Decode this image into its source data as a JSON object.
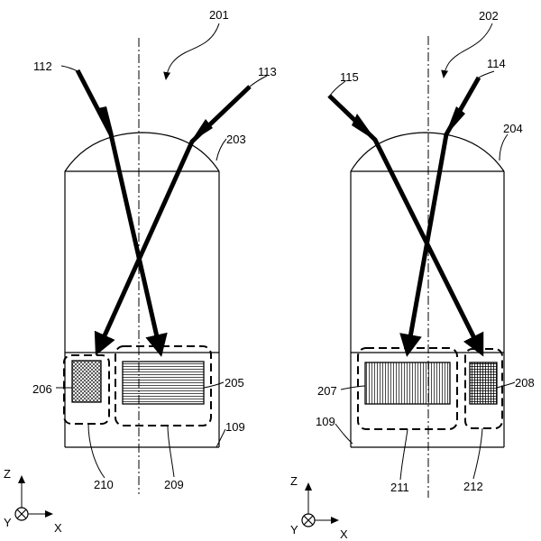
{
  "labels": {
    "l201": "201",
    "l202": "202",
    "l112": "112",
    "l113": "113",
    "l115": "115",
    "l114": "114",
    "l203": "203",
    "l204": "204",
    "l205": "205",
    "l206": "206",
    "l207": "207",
    "l208": "208",
    "l209": "209",
    "l210": "210",
    "l211": "211",
    "l212": "212",
    "l109a": "109",
    "l109b": "109"
  },
  "axes_left": {
    "z": "Z",
    "y": "Y",
    "x": "X"
  },
  "axes_right": {
    "z": "Z",
    "y": "Y",
    "x": "X"
  }
}
